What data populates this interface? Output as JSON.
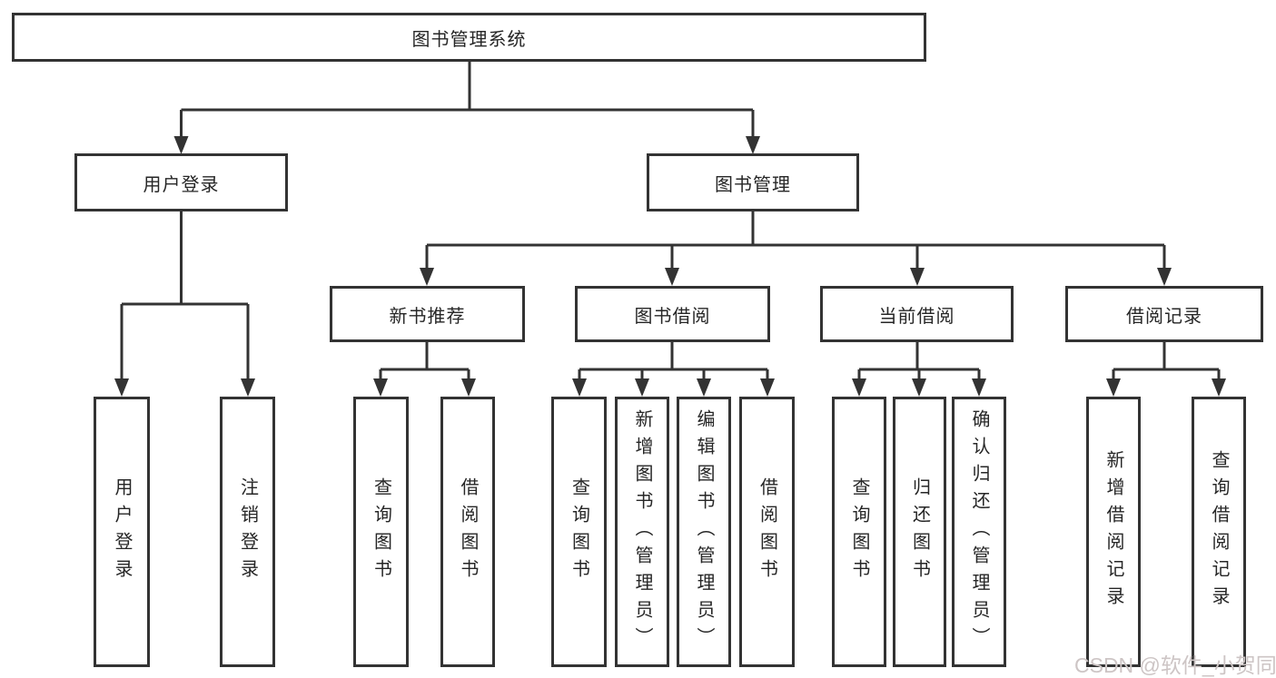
{
  "diagram": {
    "title": "图书管理系统",
    "branches": [
      {
        "label": "用户登录",
        "children": [
          {
            "label": "用户登录"
          },
          {
            "label": "注销登录"
          }
        ]
      },
      {
        "label": "图书管理",
        "children": [
          {
            "label": "新书推荐",
            "children": [
              {
                "label": "查询图书"
              },
              {
                "label": "借阅图书"
              }
            ]
          },
          {
            "label": "图书借阅",
            "children": [
              {
                "label": "查询图书"
              },
              {
                "label": "新增图书（管理员）"
              },
              {
                "label": "编辑图书（管理员）"
              },
              {
                "label": "借阅图书"
              }
            ]
          },
          {
            "label": "当前借阅",
            "children": [
              {
                "label": "查询图书"
              },
              {
                "label": "归还图书"
              },
              {
                "label": "确认归还（管理员）"
              }
            ]
          },
          {
            "label": "借阅记录",
            "children": [
              {
                "label": "新增借阅记录"
              },
              {
                "label": "查询借阅记录"
              }
            ]
          }
        ]
      }
    ]
  },
  "watermark": {
    "text": "CSDN @软件_小贺同学"
  },
  "colors": {
    "line": "#333333",
    "text": "#262626",
    "box_background": "#ffffff",
    "watermark": "#cdc5c5",
    "page_background": "#ffffff"
  }
}
